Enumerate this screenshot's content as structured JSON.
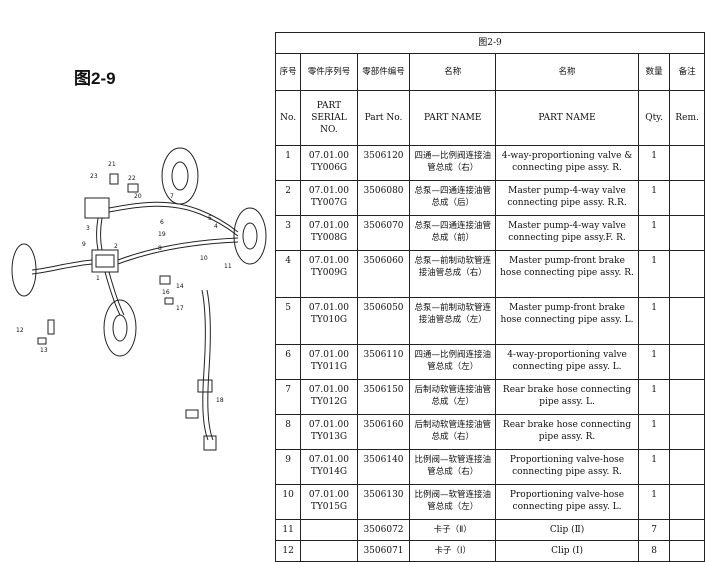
{
  "figure_label": "图2-9",
  "table": {
    "title": "图2-9",
    "headers_cn": [
      "序号",
      "零件序列号",
      "零部件编号",
      "名称",
      "名称",
      "数量",
      "备注"
    ],
    "headers_en": [
      "No.",
      "PART SERIAL NO.",
      "Part No.",
      "PART NAME",
      "PART NAME",
      "Qty.",
      "Rem."
    ],
    "rows": [
      {
        "no": "1",
        "serial": "07.01.00 TY006G",
        "part": "3506120",
        "name_cn": "四通—比例阀连接油管总成（右）",
        "name_en": "4-way-proportioning valve & connecting pipe assy. R.",
        "qty": "1",
        "rem": ""
      },
      {
        "no": "2",
        "serial": "07.01.00 TY007G",
        "part": "3506080",
        "name_cn": "总泵—四通连接油管总成（后）",
        "name_en": "Master pump-4-way valve connecting pipe assy. R.R.",
        "qty": "1",
        "rem": ""
      },
      {
        "no": "3",
        "serial": "07.01.00 TY008G",
        "part": "3506070",
        "name_cn": "总泵—四通连接油管总成（前）",
        "name_en": "Master pump-4-way valve connecting pipe assy.F. R.",
        "qty": "1",
        "rem": ""
      },
      {
        "no": "4",
        "serial": "07.01.00 TY009G",
        "part": "3506060",
        "name_cn": "总泵—前制动软管连接油管总成（右）",
        "name_en": "Master pump-front brake hose connecting pipe assy. R.",
        "qty": "1",
        "rem": ""
      },
      {
        "no": "5",
        "serial": "07.01.00 TY010G",
        "part": "3506050",
        "name_cn": "总泵—前制动软管连接油管总成（左）",
        "name_en": "Master pump-front brake hose connecting pipe assy. L.",
        "qty": "1",
        "rem": ""
      },
      {
        "no": "6",
        "serial": "07.01.00 TY011G",
        "part": "3506110",
        "name_cn": "四通—比例阀连接油管总成（左）",
        "name_en": "4-way-proportioning valve connecting pipe assy. L.",
        "qty": "1",
        "rem": ""
      },
      {
        "no": "7",
        "serial": "07.01.00 TY012G",
        "part": "3506150",
        "name_cn": "后制动软管连接油管总成（左）",
        "name_en": "Rear brake hose connecting pipe assy. L.",
        "qty": "1",
        "rem": ""
      },
      {
        "no": "8",
        "serial": "07.01.00 TY013G",
        "part": "3506160",
        "name_cn": "后制动软管连接油管总成（右）",
        "name_en": "Rear brake hose connecting pipe assy. R.",
        "qty": "1",
        "rem": ""
      },
      {
        "no": "9",
        "serial": "07.01.00 TY014G",
        "part": "3506140",
        "name_cn": "比例阀—软管连接油管总成（右）",
        "name_en": "Proportioning valve-hose connecting pipe assy. R.",
        "qty": "1",
        "rem": ""
      },
      {
        "no": "10",
        "serial": "07.01.00 TY015G",
        "part": "3506130",
        "name_cn": "比例阀—软管连接油管总成（左）",
        "name_en": "Proportioning valve-hose connecting pipe assy. L.",
        "qty": "1",
        "rem": ""
      },
      {
        "no": "11",
        "serial": "",
        "part": "3506072",
        "name_cn": "卡子（Ⅱ）",
        "name_en": "Clip (Ⅱ)",
        "qty": "7",
        "rem": ""
      },
      {
        "no": "12",
        "serial": "",
        "part": "3506071",
        "name_cn": "卡子（Ⅰ）",
        "name_en": "Clip (Ⅰ)",
        "qty": "8",
        "rem": ""
      }
    ]
  },
  "drawing": {
    "callouts": [
      "21",
      "22",
      "20",
      "7",
      "23",
      "5",
      "4",
      "6",
      "19",
      "8",
      "3",
      "9",
      "2",
      "1",
      "14",
      "16",
      "17",
      "12",
      "13",
      "10",
      "11",
      "18"
    ]
  }
}
